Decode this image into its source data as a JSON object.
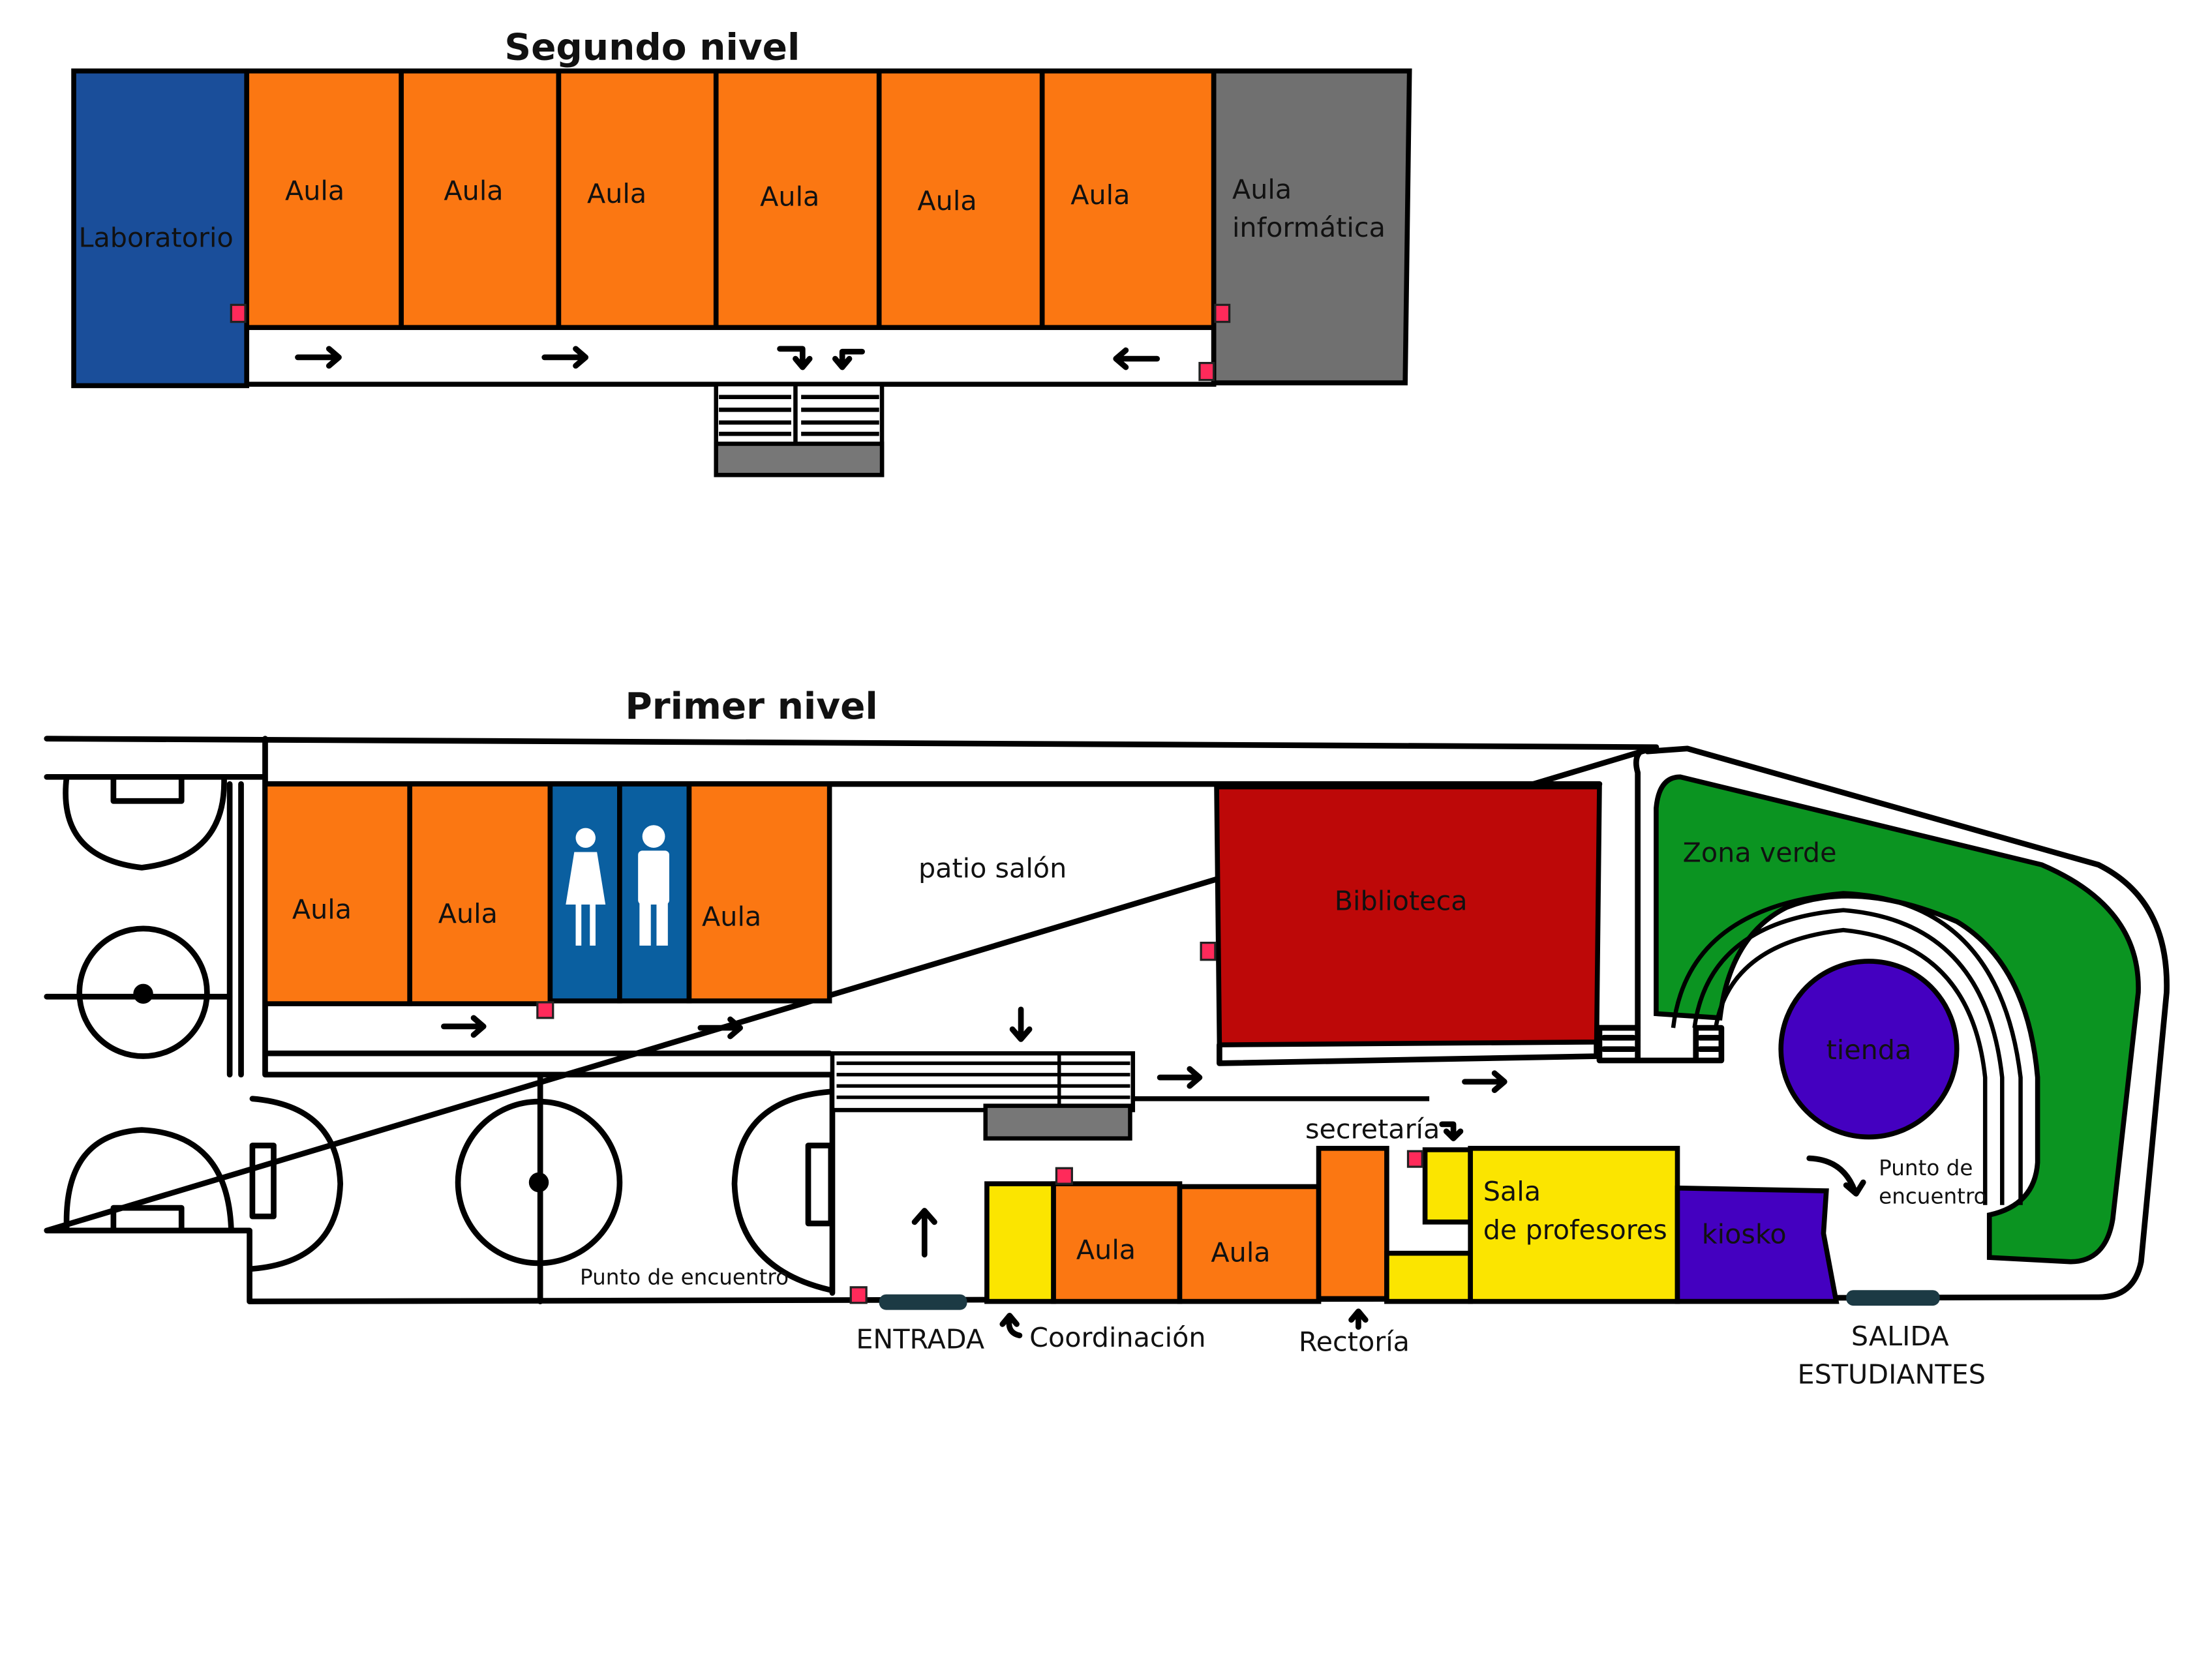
{
  "second_floor": {
    "title": "Segundo nivel",
    "lab": "Laboratorio",
    "classrooms": [
      "Aula",
      "Aula",
      "Aula",
      "Aula",
      "Aula",
      "Aula"
    ],
    "computer_room": [
      "Aula",
      "informática"
    ]
  },
  "first_floor": {
    "title": "Primer nivel",
    "classrooms_top": [
      "Aula",
      "Aula",
      "Aula"
    ],
    "patio": "patio salón",
    "library": "Biblioteca",
    "green_zone": "Zona verde",
    "store": "tienda",
    "meeting_point_court": "Punto de encuentro",
    "meeting_point_right": [
      "Punto de",
      "encuentro"
    ],
    "classrooms_bottom": [
      "Aula",
      "Aula"
    ],
    "secretary": "secretaría",
    "teachers_room": [
      "Sala",
      "de profesores"
    ],
    "kiosk": "kiosko",
    "entrance": "ENTRADA",
    "coordination": "Coordinación",
    "rectory": "Rectoría",
    "exit": [
      "SALIDA",
      "ESTUDIANTES"
    ]
  },
  "colors": {
    "classroom": "#fb7712",
    "lab": "#1a4e9a",
    "computer_room": "#707070",
    "bathroom": "#0a5fa0",
    "library": "#bd0808",
    "green": "#0b9421",
    "purple": "#4400c0",
    "yellow": "#fbe500",
    "marker": "#ff2a5a",
    "door": "#1c3a44"
  }
}
